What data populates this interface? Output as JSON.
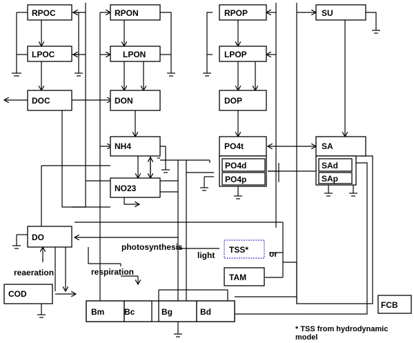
{
  "diagram": {
    "boxes": {
      "rpoc": "RPOC",
      "rpon": "RPON",
      "rpop": "RPOP",
      "su": "SU",
      "lpoc": "LPOC",
      "lpon": "LPON",
      "lpop": "LPOP",
      "doc": "DOC",
      "don": "DON",
      "dop": "DOP",
      "nh4": "NH4",
      "no23": "NO23",
      "po4t": "PO4t",
      "po4d": "PO4d",
      "po4p": "PO4p",
      "sa": "SA",
      "sad": "SAd",
      "sap": "SAp",
      "do": "DO",
      "tss": "TSS*",
      "tam": "TAM",
      "cod": "COD",
      "bm": "Bm",
      "bc": "Bc",
      "bg": "Bg",
      "bd": "Bd",
      "fcb": "FCB"
    },
    "labels": {
      "photosynthesis": "photosynthesis",
      "light": "light",
      "or": "or",
      "reaeration": "reaeration",
      "respiration": "respiration"
    },
    "footnote": {
      "line1": "* TSS from hydrodynamic",
      "line2": "model"
    },
    "colors": {
      "tss_border": "#3a3acb",
      "line": "#000000"
    }
  }
}
